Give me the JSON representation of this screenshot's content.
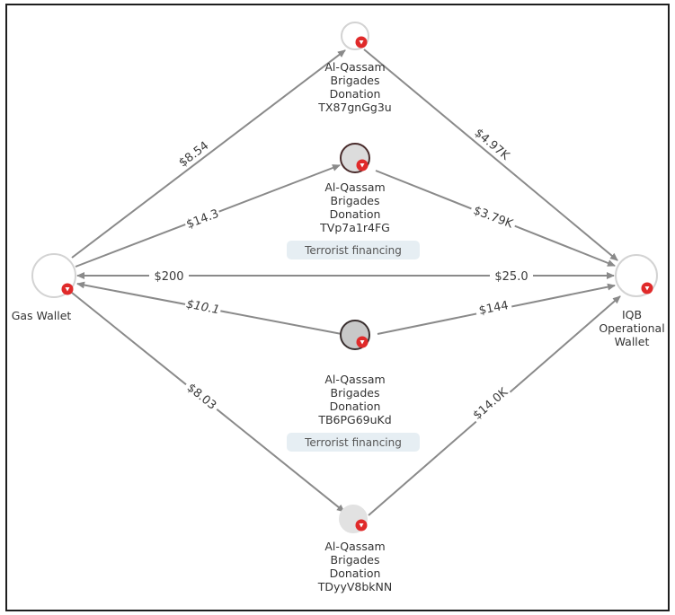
{
  "nodes": {
    "gas": {
      "label": [
        "Gas Wallet"
      ]
    },
    "iqb": {
      "label": [
        "IQB",
        "Operational",
        "Wallet"
      ]
    },
    "d1": {
      "label": [
        "Al-Qassam",
        "Brigades",
        "Donation",
        "TX87gnGg3u"
      ]
    },
    "d2": {
      "label": [
        "Al-Qassam",
        "Brigades",
        "Donation",
        "TVp7a1r4FG"
      ],
      "tag": "Terrorist financing"
    },
    "d3": {
      "label": [
        "Al-Qassam",
        "Brigades",
        "Donation",
        "TB6PG69uKd"
      ],
      "tag": "Terrorist financing"
    },
    "d4": {
      "label": [
        "Al-Qassam",
        "Brigades",
        "Donation",
        "TDyyV8bkNN"
      ]
    }
  },
  "edges": {
    "gas_d1": "$8.54",
    "d1_iqb": "$4.97K",
    "gas_d2": "$14.3",
    "d2_iqb": "$3.79K",
    "iqb_gas": "$200",
    "gas_iqb": "$25.0",
    "d3_gas": "$10.1",
    "d3_iqb": "$144",
    "gas_d4": "$8.03",
    "d4_iqb": "$14.0K"
  },
  "colors": {
    "edge": "#8a8a8a",
    "badge": "#e02a2a",
    "node_ring": "#d0d0d0",
    "tag_bg": "#e6eef3"
  }
}
